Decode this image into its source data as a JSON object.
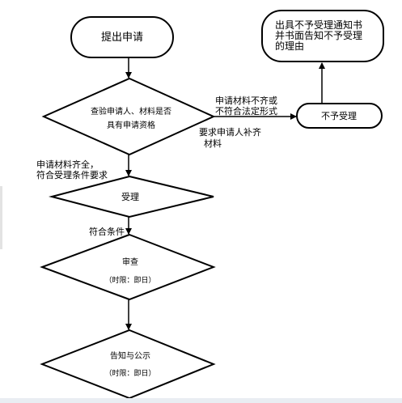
{
  "nodes": {
    "apply": "提出申请",
    "notice_box": [
      "出具不予受理通知书",
      "并书面告知不予受理",
      "的理由"
    ],
    "review_diamond": [
      "查验申请人、材料是否",
      "具有申请资格"
    ],
    "reject": "不予受理",
    "accept": "受理",
    "examine": [
      "审查",
      "（时限：即日）"
    ],
    "inform": [
      "告知与公示",
      "（时限：即日）"
    ]
  },
  "edges": {
    "incomplete": [
      "申请材料不齐或",
      "不符合法定形式"
    ],
    "supplement": [
      "要求申请人补齐",
      "材料"
    ],
    "complete": [
      "申请材料齐全，",
      "符合受理条件要求"
    ],
    "meets": "符合条件"
  }
}
